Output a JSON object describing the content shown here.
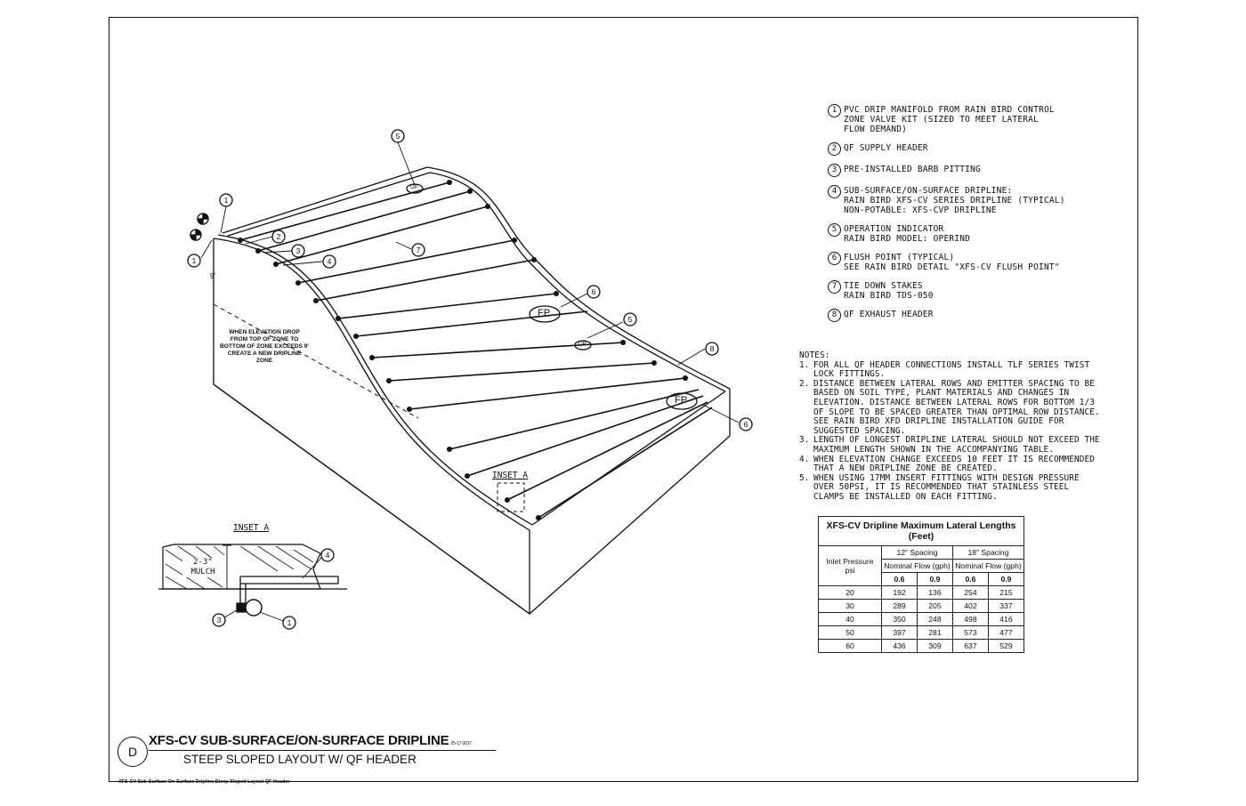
{
  "legend": [
    {
      "num": "1",
      "text": "PVC DRIP MANIFOLD FROM RAIN BIRD CONTROL\n   ZONE VALVE KIT (SIZED TO MEET LATERAL\n   FLOW DEMAND)"
    },
    {
      "num": "2",
      "text": "QF SUPPLY HEADER"
    },
    {
      "num": "3",
      "text": "PRE-INSTALLED BARB PITTING"
    },
    {
      "num": "4",
      "text": "SUB-SURFACE/ON-SURFACE DRIPLINE:\n   RAIN BIRD XFS-CV SERIES DRIPLINE (TYPICAL)\n   NON-POTABLE: XFS-CVP DRIPLINE"
    },
    {
      "num": "5",
      "text": "OPERATION INDICATOR\n   RAIN BIRD MODEL: OPERIND"
    },
    {
      "num": "6",
      "text": "FLUSH POINT (TYPICAL)\n   SEE RAIN BIRD DETAIL \"XFS-CV FLUSH POINT\""
    },
    {
      "num": "7",
      "text": "TIE DOWN STAKES\n   RAIN BIRD TDS-050"
    },
    {
      "num": "8",
      "text": "QF EXHAUST HEADER"
    }
  ],
  "notes": {
    "heading": "NOTES:",
    "items": [
      {
        "num": "1.",
        "text": "FOR ALL QF HEADER CONNECTIONS INSTALL TLF SERIES TWIST LOCK FITTINGS."
      },
      {
        "num": "2.",
        "text": "DISTANCE BETWEEN LATERAL ROWS AND EMITTER SPACING TO BE BASED ON SOIL TYPE, PLANT MATERIALS AND CHANGES IN ELEVATION. DISTANCE BETWEEN LATERAL ROWS FOR BOTTOM 1/3 OF SLOPE TO BE SPACED GREATER THAN OPTIMAL ROW DISTANCE. SEE RAIN BIRD XFD DRIPLINE INSTALLATION GUIDE FOR SUGGESTED SPACING."
      },
      {
        "num": "3.",
        "text": "LENGTH OF LONGEST DRIPLINE LATERAL SHOULD NOT EXCEED THE MAXIMUM LENGTH SHOWN IN THE ACCOMPANYING TABLE."
      },
      {
        "num": "4.",
        "text": "WHEN ELEVATION CHANGE EXCEEDS 10 FEET IT IS RECOMMENDED THAT A NEW DRIPLINE ZONE BE CREATED."
      },
      {
        "num": "5.",
        "text": "WHEN USING 17MM INSERT FITTINGS WITH DESIGN PRESSURE OVER 50PSI, IT IS RECOMMENDED THAT STAINLESS STEEL CLAMPS BE INSTALLED ON EACH FITTING."
      }
    ]
  },
  "table": {
    "title": "XFS-CV Dripline Maximum Lateral Lengths (Feet)",
    "spacing_12": "12\" Spacing",
    "spacing_18": "18\" Spacing",
    "row_header": "Inlet Pressure psi",
    "nominal_flow": "Nominal Flow (gph)",
    "flows": [
      "0.6",
      "0.9",
      "0.6",
      "0.9"
    ],
    "rows": [
      [
        "20",
        "192",
        "136",
        "254",
        "215"
      ],
      [
        "30",
        "289",
        "205",
        "402",
        "337"
      ],
      [
        "40",
        "350",
        "248",
        "498",
        "416"
      ],
      [
        "50",
        "397",
        "281",
        "573",
        "477"
      ],
      [
        "60",
        "436",
        "309",
        "637",
        "529"
      ]
    ]
  },
  "drawing": {
    "inset_label": "INSET A",
    "inset_a_title": "INSET A",
    "elevation_note": "WHEN ELEVATION DROP FROM TOP OF ZONE TO BOTTOM OF ZONE EXCEEDS 9' CREATE A NEW DRIPLINE ZONE",
    "nine_ft": "9'",
    "mulch": "2-3\"\nMULCH",
    "fp": "FP",
    "op": "OP",
    "callouts": [
      "1",
      "1",
      "2",
      "3",
      "4",
      "5",
      "5",
      "6",
      "6",
      "7",
      "8",
      "3",
      "1",
      "4"
    ]
  },
  "title_block": {
    "letter": "D",
    "main": "XFS-CV SUB-SURFACE/ON-SURFACE DRIPLINE",
    "date": "05-17-2017",
    "sub": "STEEP SLOPED LAYOUT W/ QF HEADER",
    "caption": "XFS-CV Sub-Surface On-Surface Dripline Steep Sloped Layout QF Header"
  }
}
